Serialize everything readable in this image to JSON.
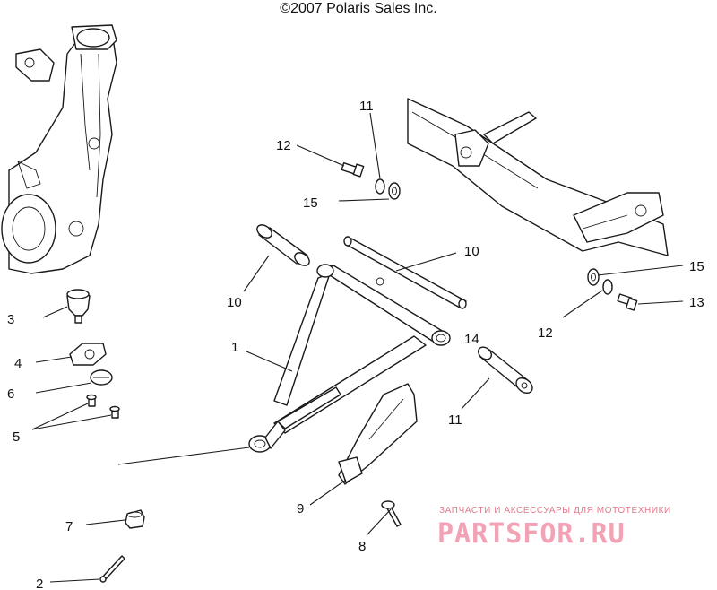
{
  "header": {
    "copyright": "©2007 Polaris Sales Inc."
  },
  "callouts": [
    {
      "id": "c1",
      "text": "1"
    },
    {
      "id": "c2",
      "text": "2"
    },
    {
      "id": "c3",
      "text": "3"
    },
    {
      "id": "c4",
      "text": "4"
    },
    {
      "id": "c5",
      "text": "5"
    },
    {
      "id": "c6",
      "text": "6"
    },
    {
      "id": "c7",
      "text": "7"
    },
    {
      "id": "c8",
      "text": "8"
    },
    {
      "id": "c9",
      "text": "9"
    },
    {
      "id": "c10",
      "text": "10"
    },
    {
      "id": "c11a",
      "text": "11"
    },
    {
      "id": "c11b",
      "text": "11"
    },
    {
      "id": "c12a",
      "text": "12"
    },
    {
      "id": "c12b",
      "text": "12"
    },
    {
      "id": "c13a",
      "text": "13"
    },
    {
      "id": "c13b",
      "text": "13"
    },
    {
      "id": "c14",
      "text": "14"
    },
    {
      "id": "c15a",
      "text": "15"
    },
    {
      "id": "c15b",
      "text": "15"
    }
  ],
  "watermark": {
    "tagline": "ЗАПЧАСТИ И АКСЕССУАРЫ ДЛЯ МОТОТЕХНИКИ",
    "logo": "PARTSFOR.RU"
  }
}
